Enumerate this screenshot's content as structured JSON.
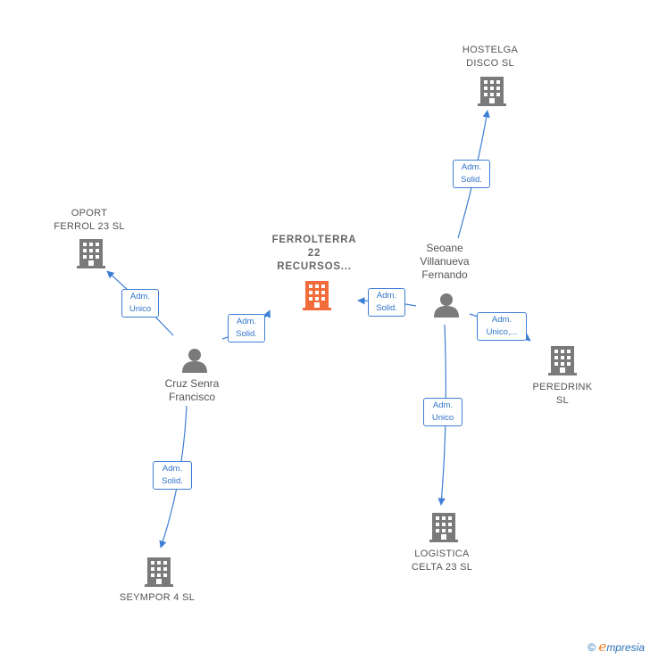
{
  "nodes": {
    "hostelga": {
      "line1": "HOSTELGA",
      "line2": "DISCO  SL"
    },
    "oport": {
      "line1": "OPORT",
      "line2": "FERROL 23  SL"
    },
    "ferrolterra": {
      "line1": "FERROLTERRA",
      "line2": "22",
      "line3": "RECURSOS..."
    },
    "seoane": {
      "line1": "Seoane",
      "line2": "Villanueva",
      "line3": "Fernando"
    },
    "peredrink": {
      "line1": "PEREDRINK",
      "line2": "SL"
    },
    "cruz": {
      "line1": "Cruz Senra",
      "line2": "Francisco"
    },
    "logistica": {
      "line1": "LOGISTICA",
      "line2": "CELTA 23  SL"
    },
    "seympor": {
      "line1": "SEYMPOR 4 SL"
    }
  },
  "edges": {
    "seoane_hostelga": {
      "line1": "Adm.",
      "line2": "Solid."
    },
    "cruz_oport": {
      "line1": "Adm.",
      "line2": "Unico"
    },
    "cruz_ferrolterra": {
      "line1": "Adm.",
      "line2": "Solid."
    },
    "seoane_ferrolterra": {
      "line1": "Adm.",
      "line2": "Solid."
    },
    "seoane_peredrink": {
      "line1": "Adm.",
      "line2": "Unico,..."
    },
    "seoane_logistica": {
      "line1": "Adm.",
      "line2": "Unico"
    },
    "cruz_seympor": {
      "line1": "Adm.",
      "line2": "Solid."
    }
  },
  "footer": {
    "copyright": "©",
    "brand_initial": "e",
    "brand_rest": "mpresia"
  },
  "colors": {
    "company_icon": "#7a7a7a",
    "focus_icon": "#f26b3a",
    "person_icon": "#7a7a7a",
    "edge": "#3d7fd4"
  }
}
